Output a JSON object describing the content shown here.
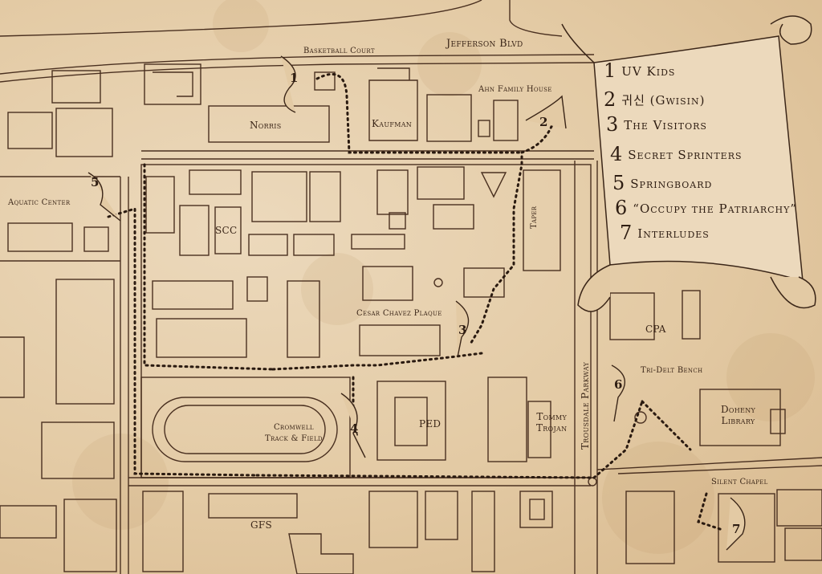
{
  "streets": {
    "jefferson": "Jefferson Blvd",
    "trousdale": "Trousdale Parkway"
  },
  "places": {
    "basketball_court": "Basketball Court",
    "ahn_family_house": "Ahn Family House",
    "norris": "Norris",
    "kaufman": "Kaufman",
    "aquatic_center": "Aquatic Center",
    "scc": "SCC",
    "taper": "Taper",
    "cesar_chavez": "Cesar Chavez Plaque",
    "cpa": "CPA",
    "tri_delt": "Tri-Delt Bench",
    "doheny_line1": "Doheny",
    "doheny_line2": "Library",
    "cromwell_line1": "Cromwell",
    "cromwell_line2": "Track & Field",
    "ped": "PED",
    "tommy_line1": "Tommy",
    "tommy_line2": "Trojan",
    "silent_chapel": "Silent Chapel",
    "gfs": "GFS"
  },
  "legend": [
    {
      "num": "1",
      "label": "UV Kids"
    },
    {
      "num": "2",
      "label": "귀신 (Gwisin)"
    },
    {
      "num": "3",
      "label": "The Visitors"
    },
    {
      "num": "4",
      "label": "Secret Sprinters"
    },
    {
      "num": "5",
      "label": "Springboard"
    },
    {
      "num": "6",
      "label": "“Occupy the Patriarchy”"
    },
    {
      "num": "7",
      "label": "Interludes"
    }
  ],
  "markers": [
    "1",
    "2",
    "3",
    "4",
    "5",
    "6",
    "7"
  ],
  "colors": {
    "ink": "#3b2618",
    "parchment": "#e8d3b2",
    "footprints": "#2a1a10"
  }
}
